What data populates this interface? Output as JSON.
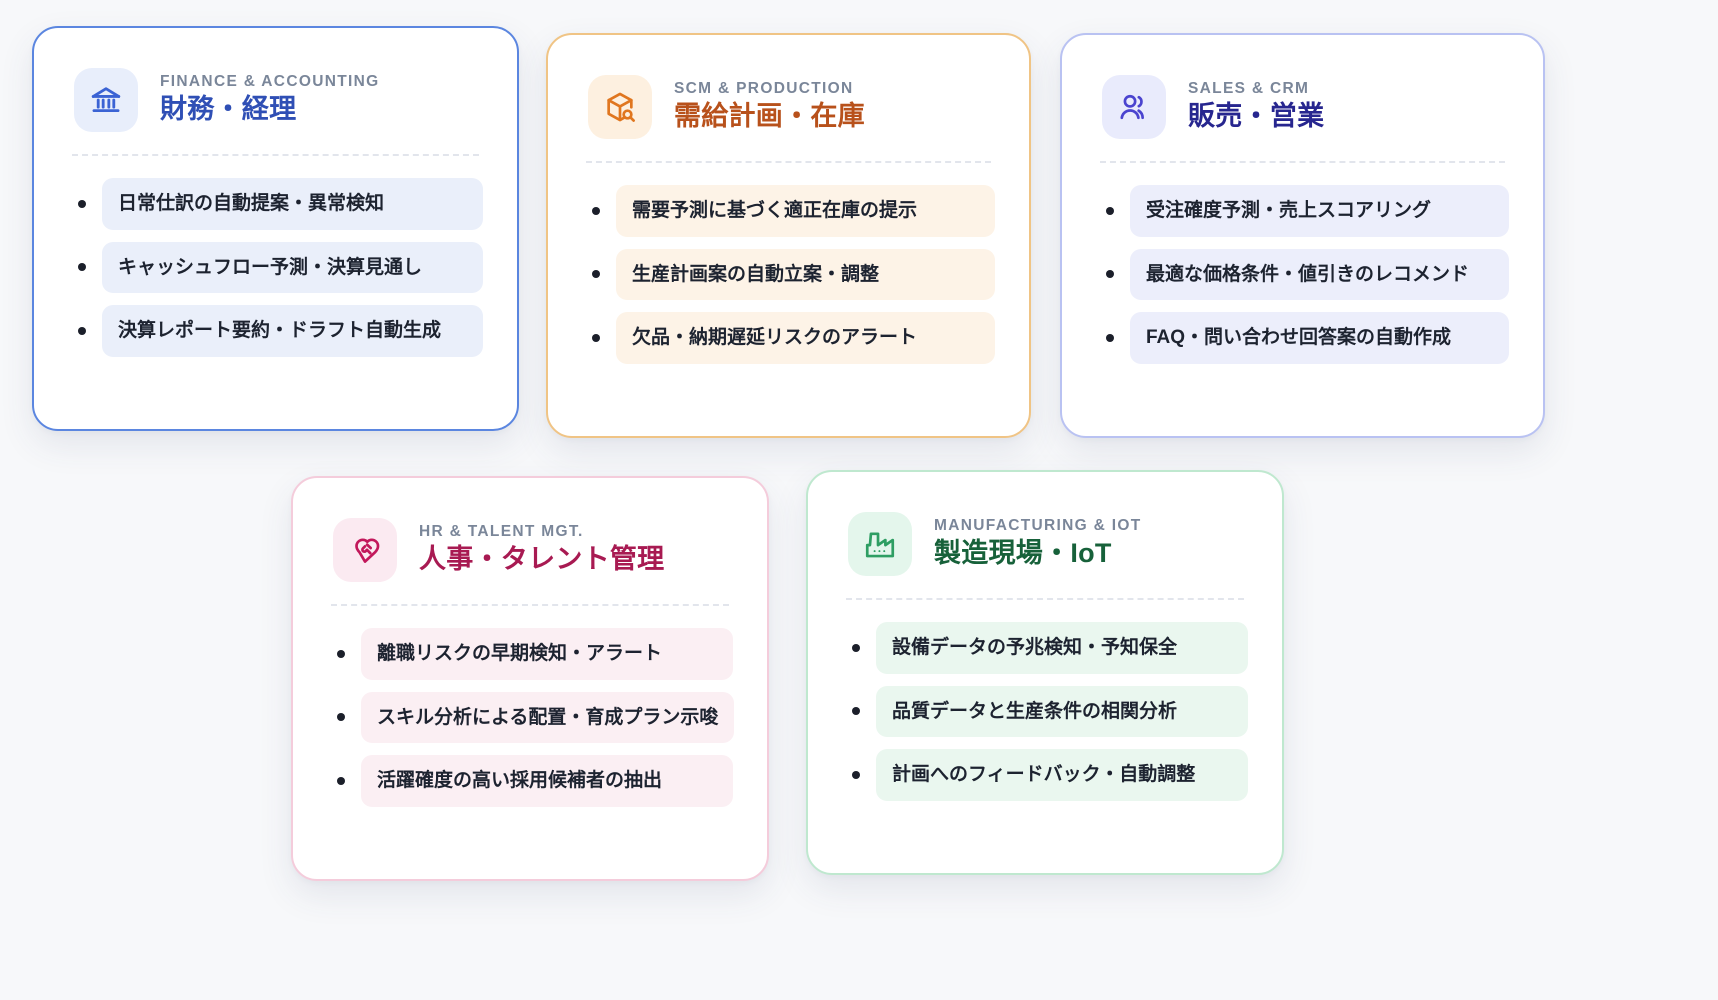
{
  "cards": [
    {
      "id": "finance",
      "icon": "bank-icon",
      "eyebrow": "FINANCE & ACCOUNTING",
      "title": "財務・経理",
      "accent": "#2f4fb5",
      "border": "#5b86e0",
      "tile_bg": "#e8eefb",
      "pill_bg": "#eaeffa",
      "items": [
        "日常仕訳の自動提案・異常検知",
        "キャッシュフロー予測・決算見通し",
        "決算レポート要約・ドラフト自動生成"
      ]
    },
    {
      "id": "scm",
      "icon": "package-search-icon",
      "eyebrow": "SCM & PRODUCTION",
      "title": "需給計画・在庫",
      "accent": "#b8511b",
      "border": "#f0c485",
      "tile_bg": "#fdf0e0",
      "pill_bg": "#fdf3e7",
      "items": [
        "需要予測に基づく適正在庫の提示",
        "生産計画案の自動立案・調整",
        "欠品・納期遅延リスクのアラート"
      ]
    },
    {
      "id": "sales",
      "icon": "users-icon",
      "eyebrow": "SALES & CRM",
      "title": "販売・営業",
      "accent": "#27268f",
      "border": "#b9c2f2",
      "tile_bg": "#e9ebfc",
      "pill_bg": "#eceefb",
      "items": [
        "受注確度予測・売上スコアリング",
        "最適な価格条件・値引きのレコメンド",
        "FAQ・問い合わせ回答案の自動作成"
      ]
    },
    {
      "id": "hr",
      "icon": "heart-handshake-icon",
      "eyebrow": "HR & TALENT MGT.",
      "title": "人事・タレント管理",
      "accent": "#a81a52",
      "border": "#f4ccdb",
      "tile_bg": "#fbeaf1",
      "pill_bg": "#fbeff3",
      "items": [
        "離職リスクの早期検知・アラート",
        "スキル分析による配置・育成プラン示唆",
        "活躍確度の高い採用候補者の抽出"
      ]
    },
    {
      "id": "mfg",
      "icon": "factory-icon",
      "eyebrow": "MANUFACTURING & IOT",
      "title": "製造現場・IoT",
      "accent": "#17613a",
      "border": "#bfe8cf",
      "tile_bg": "#e4f6ec",
      "pill_bg": "#eaf7ef",
      "items": [
        "設備データの予兆検知・予知保全",
        "品質データと生産条件の相関分析",
        "計画へのフィードバック・自動調整"
      ]
    }
  ]
}
